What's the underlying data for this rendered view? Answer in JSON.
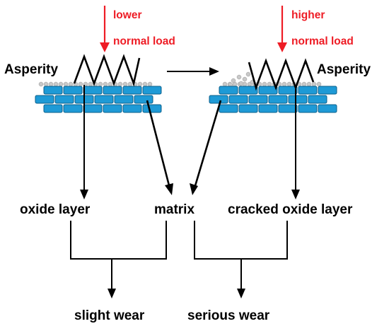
{
  "left_panel": {
    "load_line1": "lower",
    "load_line2": "normal load",
    "asperity": "Asperity"
  },
  "right_panel": {
    "load_line1": "higher",
    "load_line2": "normal load",
    "asperity": "Asperity"
  },
  "middle_labels": {
    "oxide_layer": "oxide layer",
    "matrix": "matrix",
    "cracked_oxide_layer": "cracked oxide layer"
  },
  "outcomes": {
    "slight_wear": "slight wear",
    "serious_wear": "serious wear"
  },
  "colors": {
    "load_arrow": "#ee1c25",
    "brick_fill": "#1e9ad6",
    "oxide_particles": "#c8c8c8"
  }
}
